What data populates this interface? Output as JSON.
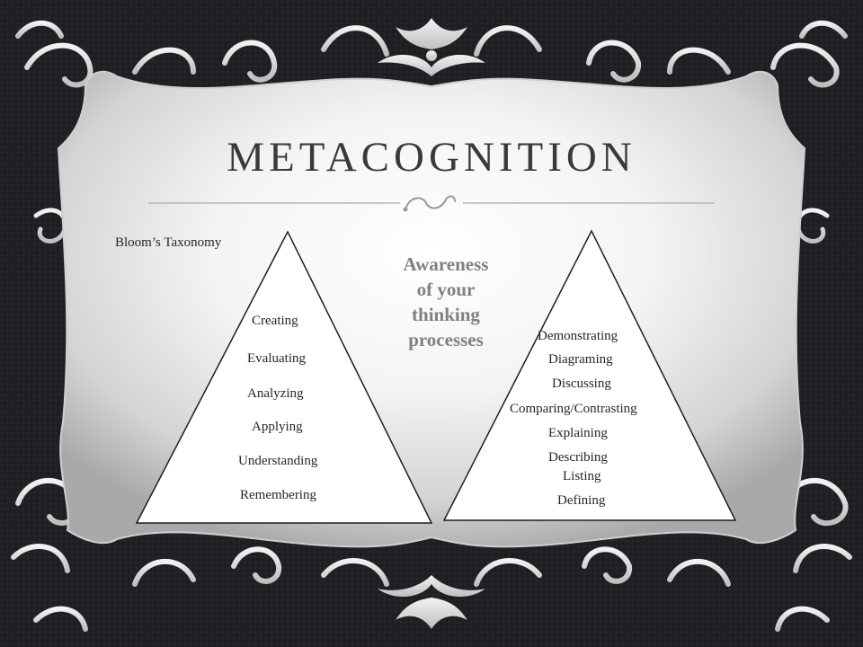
{
  "slide": {
    "title": "METACOGNITION",
    "blooms_label": "Bloom’s Taxonomy",
    "center_lines": [
      "Awareness",
      "of your",
      "thinking",
      "processes"
    ],
    "left_pyramid": [
      "Creating",
      "Evaluating",
      "Analyzing",
      "Applying",
      "Understanding",
      "Remembering"
    ],
    "right_pyramid": [
      "Demonstrating",
      "Diagraming",
      "Discussing",
      "Comparing/Contrasting",
      "Explaining",
      "Describing",
      "Listing",
      "Defining"
    ]
  },
  "colors": {
    "background": "#1f1f24",
    "panel_light": "#ffffff",
    "panel_edge": "#bdbdbd",
    "title": "#3a3a3a",
    "accent_text": "#808080",
    "body_text": "#262626"
  }
}
